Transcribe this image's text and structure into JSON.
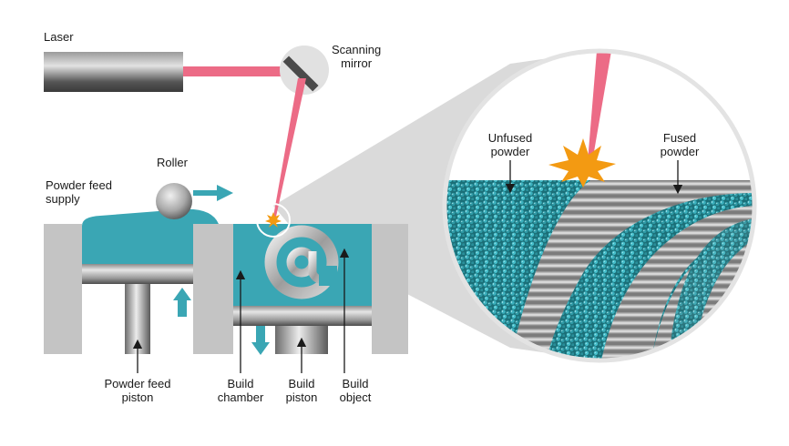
{
  "labels": {
    "laser": "Laser",
    "scanning_mirror": [
      "Scanning",
      "mirror"
    ],
    "roller": "Roller",
    "powder_feed_supply": [
      "Powder feed",
      "supply"
    ],
    "powder_feed_piston": [
      "Powder feed",
      "piston"
    ],
    "build_chamber": [
      "Build",
      "chamber"
    ],
    "build_piston": [
      "Build",
      "piston"
    ],
    "build_object": [
      "Build",
      "object"
    ],
    "unfused_powder": [
      "Unfused",
      "powder"
    ],
    "fused_powder": [
      "Fused",
      "powder"
    ]
  },
  "colors": {
    "teal": "#3aa6b4",
    "teal_dark": "#1f7d88",
    "laser_beam": "#ec6b86",
    "metal_light": "#d6d6d6",
    "metal_dark": "#5a5a5a",
    "wall_grey": "#c4c4c4",
    "spark": "#f39a12"
  },
  "icons": {
    "build_object_symbol": "at-sign-icon"
  }
}
